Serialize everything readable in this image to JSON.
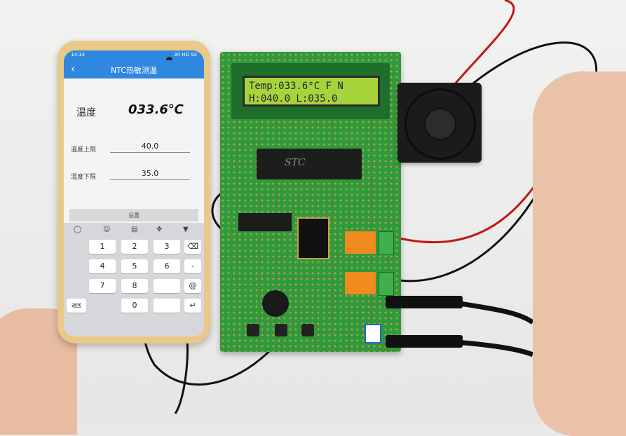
{
  "phone": {
    "status_time": "14:14",
    "status_right": "34 HD 93",
    "title": "NTC热敏测温",
    "temp_label": "温度",
    "temp_value": "033.6℃",
    "upper_label": "温度上限",
    "upper_value": "40.0",
    "lower_label": "温度下限",
    "lower_value": "35.0",
    "set_button": "设置",
    "keyboard": {
      "row1": [
        "1",
        "2",
        "3"
      ],
      "row2": [
        "4",
        "5",
        "6"
      ],
      "row3": [
        "7",
        "8"
      ],
      "row4_left": "返回",
      "row4_zero": "0",
      "side_keys": [
        "-",
        "@"
      ]
    }
  },
  "lcd": {
    "line1": "Temp:033.6°C F N",
    "line2": "H:040.0 L:035.0"
  },
  "board": {
    "chip_label": "STC"
  },
  "colors": {
    "app_blue": "#2f87df",
    "pcb_green": "#2e9a3c",
    "lcd_green": "#a7d43a",
    "relay_orange": "#f08a1e"
  }
}
